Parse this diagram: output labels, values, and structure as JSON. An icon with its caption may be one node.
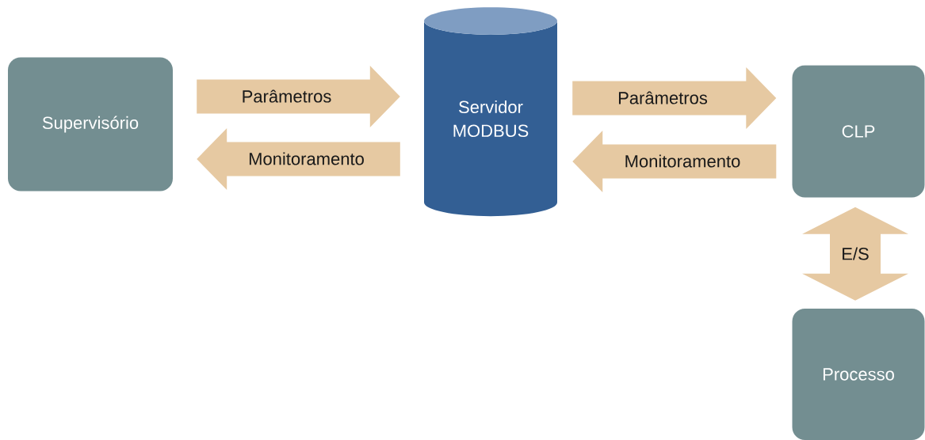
{
  "diagram": {
    "nodes": [
      {
        "text": [
          "Supervisório"
        ]
      },
      {
        "text": [
          "Servidor MODBUS"
        ]
      },
      {
        "text": [
          "CLP"
        ]
      },
      {
        "text": [
          "Processo"
        ]
      }
    ],
    "edges": [
      {
        "from": 0,
        "to": 1,
        "arrow": "to",
        "label": "Parâmetros"
      },
      {
        "from": 1,
        "to": 0,
        "arrow": "to",
        "label": "Monitoramento"
      },
      {
        "from": 1,
        "to": 2,
        "arrow": "to",
        "label": "Parâmetros"
      },
      {
        "from": 2,
        "to": 1,
        "arrow": "to",
        "label": "Monitoramento"
      },
      {
        "from": 3,
        "to": 2,
        "arrow": "both",
        "label": "E/S"
      }
    ]
  }
}
